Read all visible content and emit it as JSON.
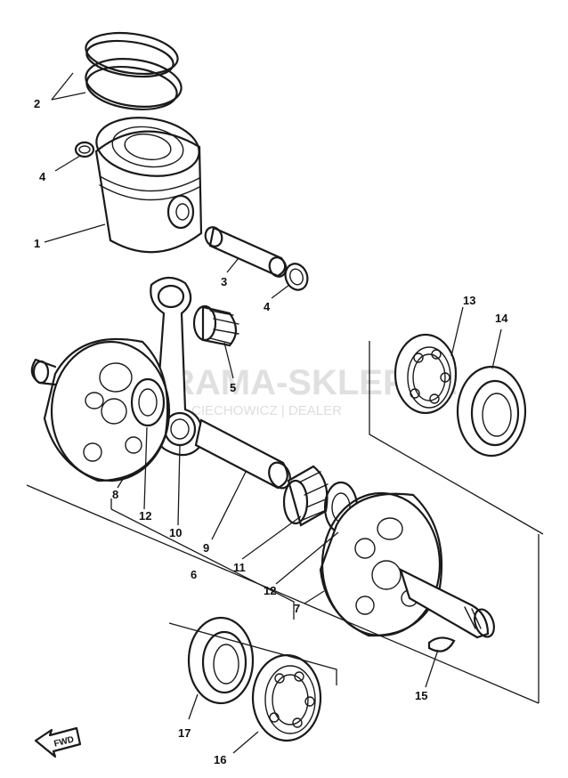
{
  "watermark": {
    "brand": "RAMA-SKLEP.PL",
    "sub": "CIECHOWICZ | DEALER",
    "logo_color": "#e8a0a0"
  },
  "fwd_label": "FWD",
  "callouts": [
    {
      "id": "c1",
      "label": "1"
    },
    {
      "id": "c2",
      "label": "2"
    },
    {
      "id": "c3",
      "label": "3"
    },
    {
      "id": "c4a",
      "label": "4"
    },
    {
      "id": "c4b",
      "label": "4"
    },
    {
      "id": "c5",
      "label": "5"
    },
    {
      "id": "c6",
      "label": "6"
    },
    {
      "id": "c7",
      "label": "7"
    },
    {
      "id": "c8",
      "label": "8"
    },
    {
      "id": "c9",
      "label": "9"
    },
    {
      "id": "c10",
      "label": "10"
    },
    {
      "id": "c11",
      "label": "11"
    },
    {
      "id": "c12a",
      "label": "12"
    },
    {
      "id": "c12b",
      "label": "12"
    },
    {
      "id": "c13",
      "label": "13"
    },
    {
      "id": "c14",
      "label": "14"
    },
    {
      "id": "c15",
      "label": "15"
    },
    {
      "id": "c16",
      "label": "16"
    },
    {
      "id": "c17",
      "label": "17"
    }
  ]
}
